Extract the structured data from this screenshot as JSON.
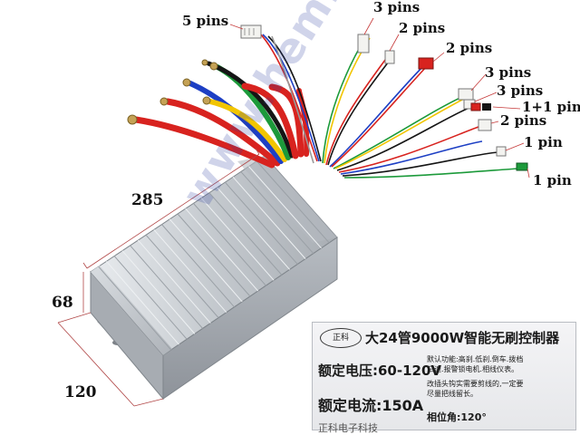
{
  "pin_labels": {
    "five_pins": "5 pins",
    "three_pins_top": "3 pins",
    "two_pins_a": "2 pins",
    "two_pins_b": "2 pins",
    "three_pins_b": "3 pins",
    "three_pins_c": "3 pins",
    "one_plus_one_pin": "1+1 pin",
    "two_pins_c": "2 pins",
    "one_pin_a": "1 pin",
    "one_pin_b": "1 pin"
  },
  "dimensions": {
    "length": "285",
    "height": "68",
    "width": "120"
  },
  "watermark": "www.hemmo.lt",
  "spec_label": {
    "logo": "正科",
    "title": "大24管9000W智能无刷控制器",
    "voltage": "额定电压:60-120V",
    "current": "额定电流:150A",
    "phase_angle": "相位角:120°",
    "feature_note_1": "默认功能:高刹.低刹.倒车.拨档",
    "feature_note_2": "三速.报警锁电机.相线仪表。",
    "feature_note_3": "改插头钩实需要剪线的,一定要",
    "feature_note_4": "尽量把线留长。",
    "bottom_text": "正科电子科技"
  },
  "colors": {
    "wire_red": "#d8231f",
    "wire_blue": "#1d3fc4",
    "wire_yellow": "#f2c500",
    "wire_green": "#1c9a3a",
    "wire_black": "#151515",
    "housing": "#c9cdd2"
  }
}
